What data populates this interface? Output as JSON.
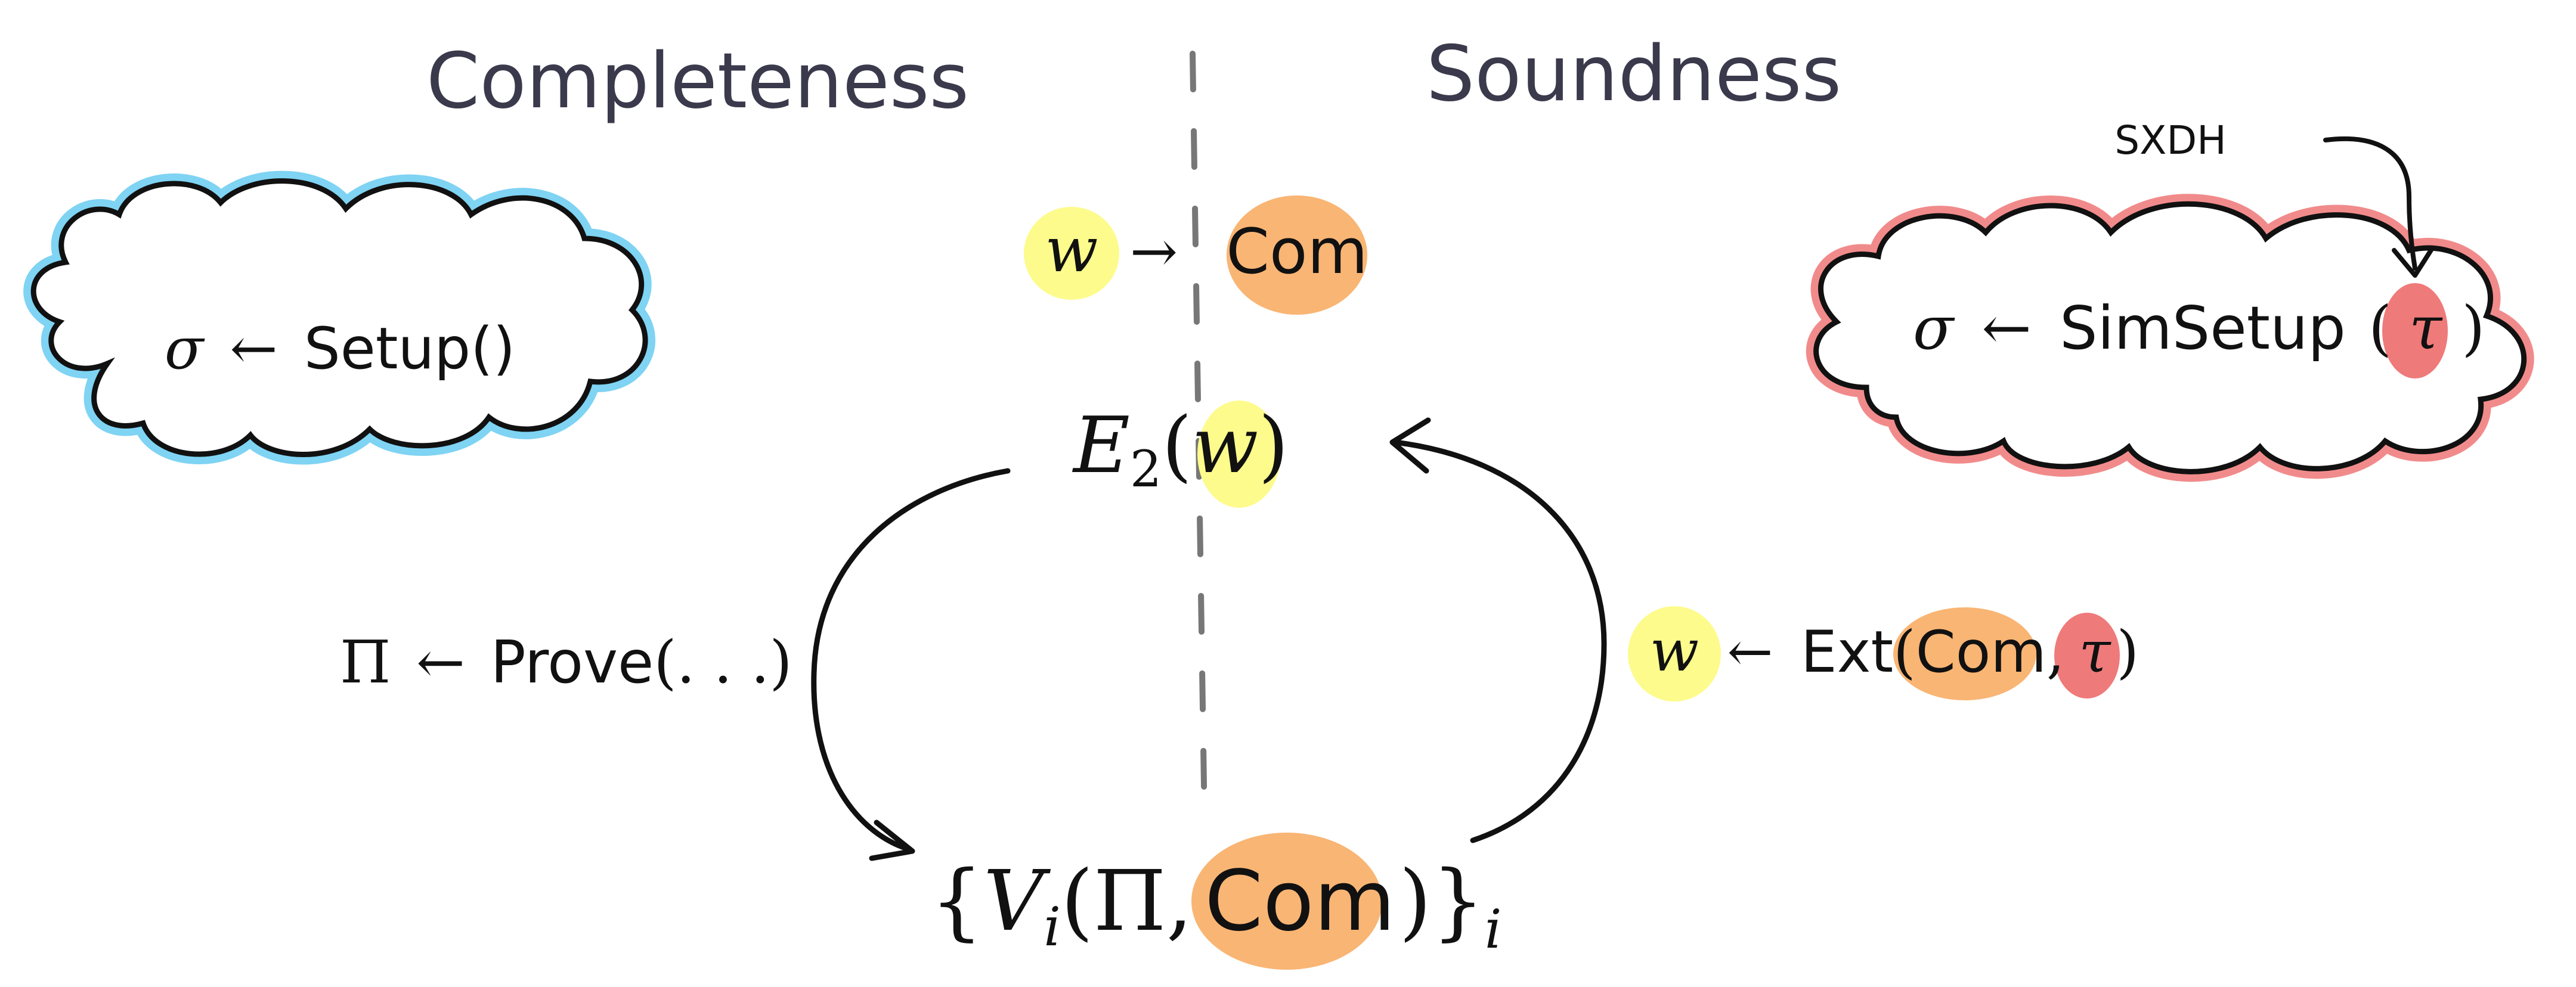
{
  "headings": {
    "left": "Completeness",
    "right": "Soundness"
  },
  "colors": {
    "yellow": "#fdfb8c",
    "orange": "#f9b574",
    "red": "#ef7a7a",
    "blue_glow": "#7fd3f3",
    "red_glow": "#f18b8b",
    "heading": "#3b3a4c",
    "divider": "#777777"
  },
  "top_node": {
    "witness": "w",
    "arrow": "→",
    "commitment": "Com"
  },
  "setup_cloud": {
    "sigma": "σ",
    "arrow": "←",
    "func": "Setup()"
  },
  "simsetup_cloud": {
    "sigma": "σ",
    "arrow": "←",
    "func": "SimSetup",
    "open": "(",
    "tau": "τ",
    "close": ")",
    "assumption": "SXDH"
  },
  "encoding": {
    "symbol": "E",
    "subscript": "2",
    "open": "(",
    "witness": "w",
    "close": ")"
  },
  "prove": {
    "pi": "Π",
    "arrow": "←",
    "func": "Prove",
    "args": "(. . .)"
  },
  "extract": {
    "witness": "w",
    "arrow": "←",
    "func": "Ext",
    "open": "(",
    "commitment": "Com",
    "comma": ",",
    "tau": "τ",
    "close": ")"
  },
  "verify": {
    "lbrace": "{",
    "V": "V",
    "sub_i": "i",
    "open": "(",
    "pi": "Π",
    "comma": ",",
    "commitment": "Com",
    "close": ")",
    "rbrace": "}",
    "outer_sub": "i"
  }
}
